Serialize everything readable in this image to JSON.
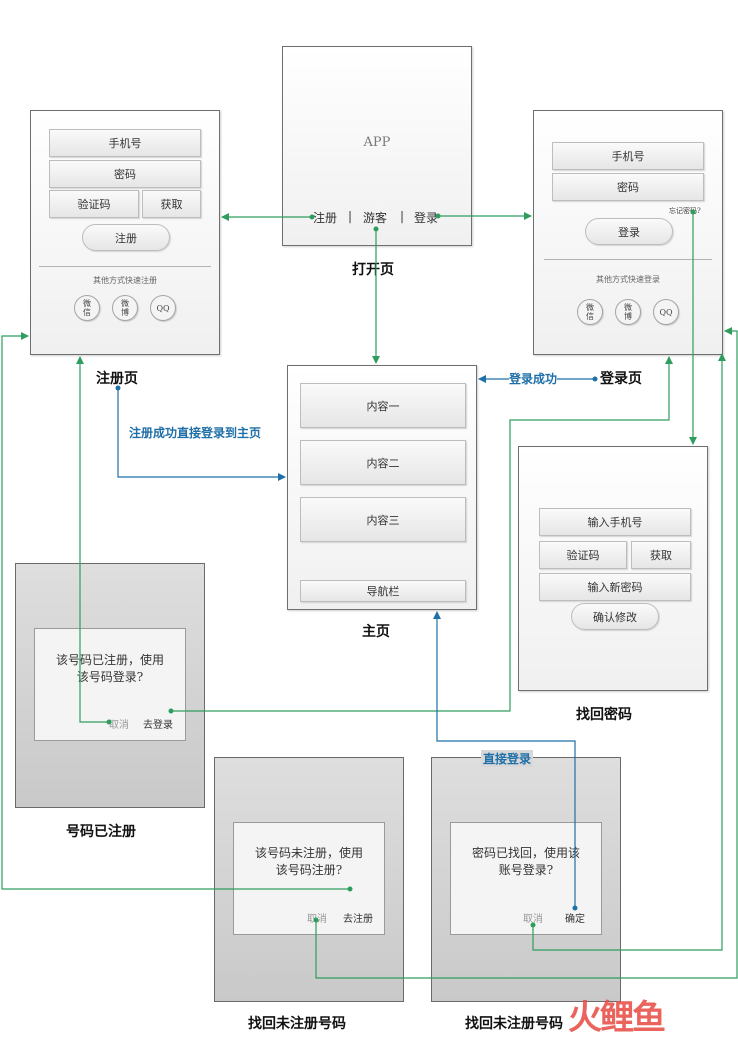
{
  "open_page": {
    "app_text": "APP",
    "register_link": "注册",
    "guest_link": "游客",
    "login_link": "登录",
    "divider": "|",
    "caption": "打开页"
  },
  "register_page": {
    "phone_field": "手机号",
    "password_field": "密码",
    "code_field": "验证码",
    "get_code_button": "获取",
    "register_button": "注册",
    "other_methods": "其他方式快速注册",
    "wechat": "微信",
    "weibo": "微博",
    "qq": "QQ",
    "caption": "注册页"
  },
  "login_page": {
    "phone_field": "手机号",
    "password_field": "密码",
    "forgot_password": "忘记密码?",
    "login_button": "登录",
    "other_methods": "其他方式快速登录",
    "wechat": "微信",
    "weibo": "微博",
    "qq": "QQ",
    "caption": "登录页"
  },
  "home_page": {
    "content_1": "内容一",
    "content_2": "内容二",
    "content_3": "内容三",
    "nav_bar": "导航栏",
    "caption": "主页"
  },
  "recover_page": {
    "phone_field": "输入手机号",
    "code_field": "验证码",
    "get_code_button": "获取",
    "new_password_field": "输入新密码",
    "confirm_button": "确认修改",
    "caption": "找回密码"
  },
  "registered_dialog": {
    "message_line1": "该号码已注册，使用",
    "message_line2": "该号码登录?",
    "cancel": "取消",
    "go_login": "去登录",
    "caption": "号码已注册"
  },
  "unregistered_dialog": {
    "message_line1": "该号码未注册，使用",
    "message_line2": "该号码注册?",
    "cancel": "取消",
    "go_register": "去注册",
    "caption": "找回未注册号码"
  },
  "recovered_dialog": {
    "message_line1": "密码已找回，使用该",
    "message_line2": "账号登录?",
    "cancel": "取消",
    "confirm": "确定",
    "caption": "找回未注册号码"
  },
  "edge_labels": {
    "login_success": "登录成功",
    "register_success": "注册成功直接登录到主页",
    "direct_login": "直接登录"
  },
  "watermark": "火鲤鱼",
  "colors": {
    "green_arrow": "#2e9d5e",
    "blue_arrow": "#1f6fa8",
    "watermark_red": "#e8534b",
    "watermark_teal": "#1fa394"
  }
}
